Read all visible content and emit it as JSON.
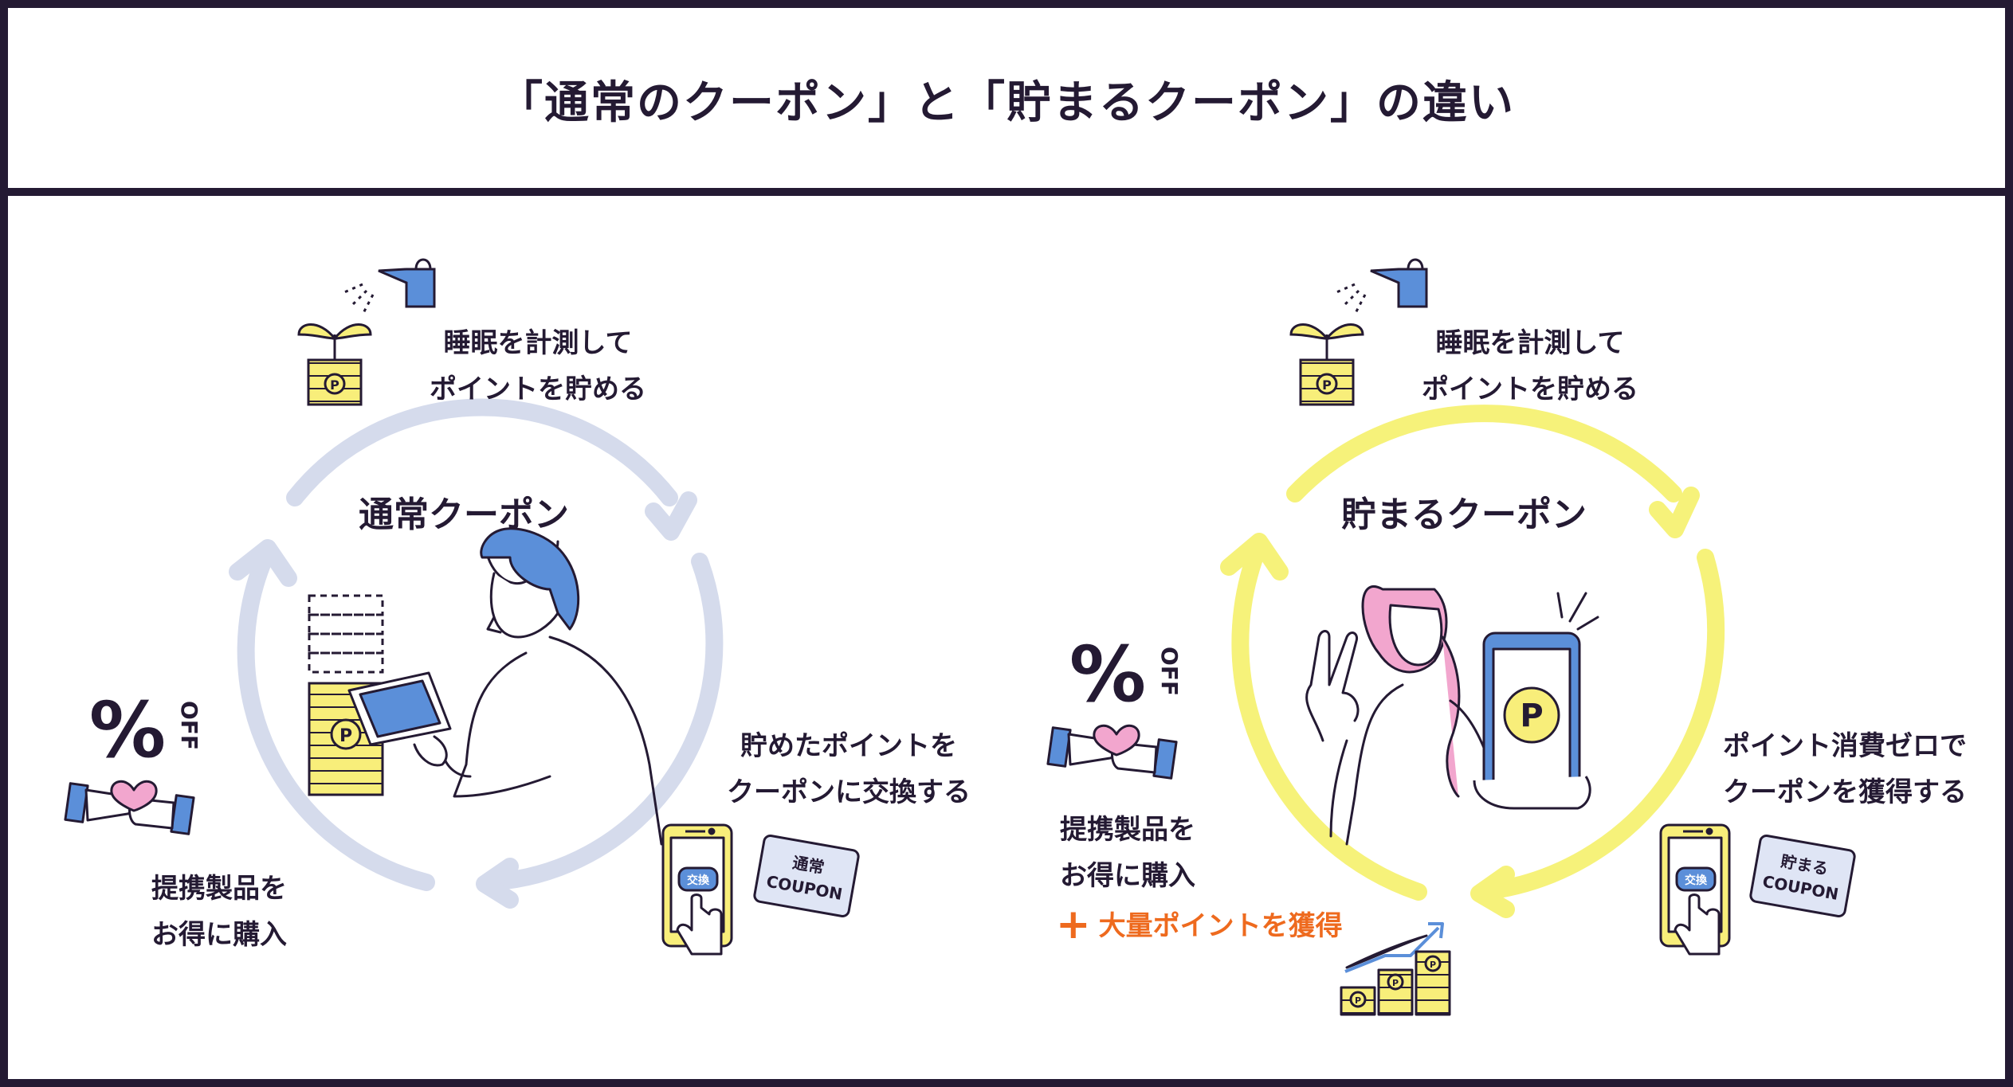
{
  "header": {
    "title": "「通常のクーポン」と「貯まるクーポン」の違い"
  },
  "left": {
    "title": "通常クーポン",
    "step_save": [
      "睡眠を計測して",
      "ポイントを貯める"
    ],
    "step_exchange": [
      "貯めたポイントを",
      "クーポンに交換する"
    ],
    "step_buy": [
      "提携製品を",
      "お得に購入"
    ],
    "phone_button": "交換",
    "coupon_lines": [
      "通常",
      "COUPON"
    ],
    "percent": "%",
    "off": "OFF",
    "coin_mark": "P"
  },
  "right": {
    "title": "貯まるクーポン",
    "step_save": [
      "睡眠を計測して",
      "ポイントを貯める"
    ],
    "step_exchange": [
      "ポイント消費ゼロで",
      "クーポンを獲得する"
    ],
    "step_buy": [
      "提携製品を",
      "お得に購入"
    ],
    "bonus": "大量ポイントを獲得",
    "bonus_plus": "+",
    "phone_button": "交換",
    "coupon_lines": [
      "貯まる",
      "COUPON"
    ],
    "percent": "%",
    "off": "OFF",
    "coin_mark": "P"
  },
  "colors": {
    "dark": "#241a33",
    "left_cycle": "#d5dbec",
    "right_cycle": "#f6f27a",
    "coin_yellow": "#f8ee7a",
    "blue": "#5b8fd9",
    "pink": "#f2a6ce",
    "orange": "#ee6a1e"
  }
}
